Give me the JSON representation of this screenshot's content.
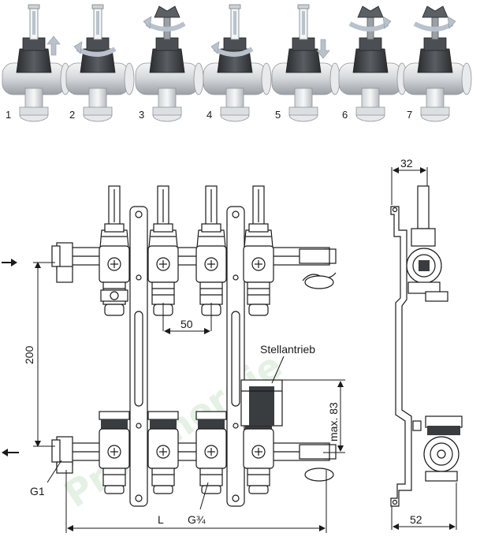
{
  "steps": [
    "1",
    "2",
    "3",
    "4",
    "5",
    "6",
    "7"
  ],
  "dimensions": {
    "top_width": "32",
    "bottom_width": "52",
    "height": "200",
    "spacing": "50",
    "max_height": "max. 83",
    "length": "L"
  },
  "labels": {
    "actuator": "Stellantrieb",
    "thread_main": "G1",
    "thread_outlet": "G¾"
  },
  "watermark": "ProSynergie",
  "colors": {
    "line": "#1a1a1a",
    "pipe_light": "#e3e5e8",
    "pipe_dark": "#9aa0a6",
    "cap_dark": "#3a3d40",
    "arrow_light": "#b9c2cc",
    "watermark": "#cfe6cf"
  }
}
